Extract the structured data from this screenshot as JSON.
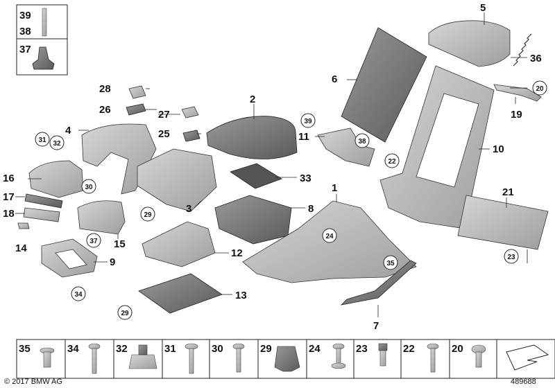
{
  "copyright": "© 2017 BMW AG",
  "diagram_number": "489688",
  "inset_labels": [
    "39",
    "38",
    "37"
  ],
  "callouts": {
    "c1": "1",
    "c2": "2",
    "c3": "3",
    "c4": "4",
    "c5": "5",
    "c6": "6",
    "c7": "7",
    "c8": "8",
    "c9": "9",
    "c10": "10",
    "c11": "11",
    "c12": "12",
    "c13": "13",
    "c14": "14",
    "c15": "15",
    "c16": "16",
    "c17": "17",
    "c18": "18",
    "c19": "19",
    "c21": "21",
    "c25": "25",
    "c26": "26",
    "c27": "27",
    "c28": "28",
    "c33": "33",
    "c36": "36"
  },
  "circled": {
    "c20": "20",
    "c22": "22",
    "c23": "23",
    "c24": "24",
    "c29a": "29",
    "c29b": "29",
    "c30": "30",
    "c31": "31",
    "c32": "32",
    "c34": "34",
    "c35": "35",
    "c37": "37",
    "c38": "38",
    "c39": "39"
  },
  "fastener_legend": [
    "35",
    "34",
    "32",
    "31",
    "30",
    "29",
    "24",
    "23",
    "22",
    "20"
  ],
  "colors": {
    "part_fill": "#c7c7c7",
    "part_dark": "#8a8a8a",
    "line": "#222222",
    "panel": "#ececec"
  }
}
